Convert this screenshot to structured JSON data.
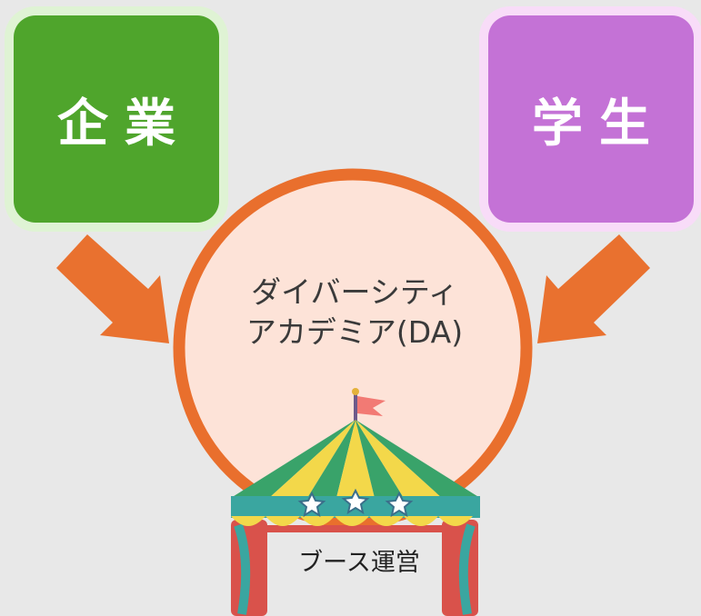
{
  "left_box": {
    "label": "企業",
    "color": "#4fa52c",
    "halo": "#dff3d4"
  },
  "right_box": {
    "label": "学生",
    "color": "#c472d6",
    "halo": "#f8dcf8"
  },
  "center": {
    "line1": "ダイバーシティ",
    "line2": "アカデミア(DA)",
    "fill": "#fde3d8",
    "stroke": "#e96f2d"
  },
  "booth": {
    "label": "ブース運営"
  },
  "arrow_color": "#e9712f"
}
